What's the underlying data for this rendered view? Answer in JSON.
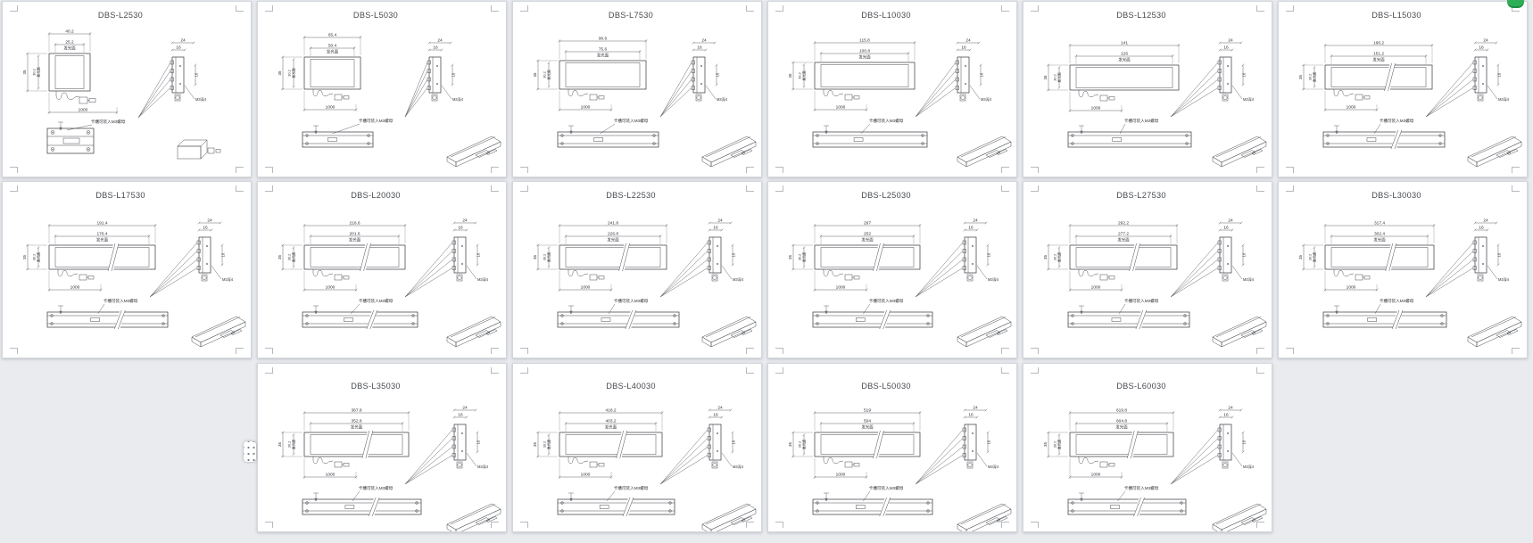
{
  "viewer": {
    "background_color": "#e9ebef",
    "page_color": "#ffffff",
    "green_indicator_color": "#2fae57"
  },
  "labels": {
    "luminous_face": "发光面",
    "slot_note": "卡槽可装入M3螺母",
    "screw_note": "M3深4",
    "cable_length": "1000",
    "bar_height": "35",
    "luminous_height": "30.2",
    "side_depth": "24",
    "side_slot_width": "16",
    "side_hole_pitch": "16"
  },
  "pages": [
    {
      "model": "DBS-L2530",
      "total_length": "40.2",
      "luminous_length": "25.2",
      "row": 0,
      "col": 0
    },
    {
      "model": "DBS-L5030",
      "total_length": "65.4",
      "luminous_length": "50.4",
      "row": 0,
      "col": 1
    },
    {
      "model": "DBS-L7530",
      "total_length": "90.6",
      "luminous_length": "75.6",
      "row": 0,
      "col": 2
    },
    {
      "model": "DBS-L10030",
      "total_length": "115.8",
      "luminous_length": "100.8",
      "row": 0,
      "col": 3
    },
    {
      "model": "DBS-L12530",
      "total_length": "141",
      "luminous_length": "126",
      "row": 0,
      "col": 4
    },
    {
      "model": "DBS-L15030",
      "total_length": "166.2",
      "luminous_length": "151.2",
      "row": 0,
      "col": 5
    },
    {
      "model": "DBS-L17530",
      "total_length": "191.4",
      "luminous_length": "176.4",
      "row": 1,
      "col": 0
    },
    {
      "model": "DBS-L20030",
      "total_length": "216.6",
      "luminous_length": "201.6",
      "row": 1,
      "col": 1
    },
    {
      "model": "DBS-L22530",
      "total_length": "241.8",
      "luminous_length": "226.8",
      "row": 1,
      "col": 2
    },
    {
      "model": "DBS-L25030",
      "total_length": "267",
      "luminous_length": "252",
      "row": 1,
      "col": 3
    },
    {
      "model": "DBS-L27530",
      "total_length": "292.2",
      "luminous_length": "277.2",
      "row": 1,
      "col": 4
    },
    {
      "model": "DBS-L30030",
      "total_length": "317.4",
      "luminous_length": "302.4",
      "row": 1,
      "col": 5
    },
    {
      "model": "DBS-L35030",
      "total_length": "367.8",
      "luminous_length": "352.8",
      "row": 2,
      "col": 1
    },
    {
      "model": "DBS-L40030",
      "total_length": "418.2",
      "luminous_length": "403.2",
      "row": 2,
      "col": 2
    },
    {
      "model": "DBS-L50030",
      "total_length": "519",
      "luminous_length": "504",
      "row": 2,
      "col": 3
    },
    {
      "model": "DBS-L60030",
      "total_length": "619.8",
      "luminous_length": "604.8",
      "row": 2,
      "col": 4
    }
  ]
}
